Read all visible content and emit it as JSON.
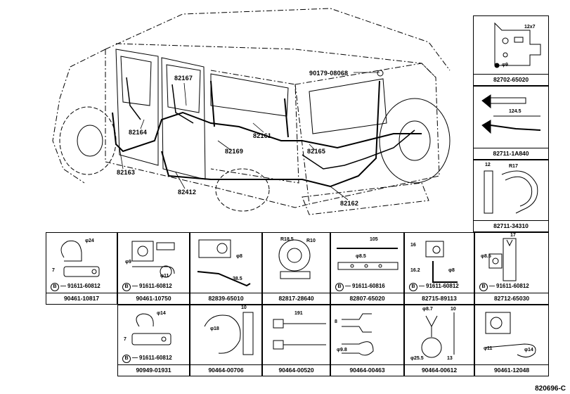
{
  "vehicle": {
    "callouts": [
      "82167",
      "90179-08068",
      "82164",
      "82161",
      "82169",
      "82165",
      "82163",
      "82412",
      "82162"
    ]
  },
  "side_parts": [
    {
      "number": "82702-65020",
      "dims": [
        "12x7",
        "φ9"
      ]
    },
    {
      "number": "82711-1A840",
      "dims": [
        "124.5"
      ]
    },
    {
      "number": "82711-34310",
      "dims": [
        "12",
        "R17"
      ]
    }
  ],
  "row1": [
    {
      "number": "90461-10817",
      "bolt": "91611-60812",
      "dims": [
        "φ24",
        "7"
      ]
    },
    {
      "number": "90461-10750",
      "bolt": "91611-60812",
      "dims": [
        "φ9",
        "φ11"
      ]
    },
    {
      "number": "82839-65010",
      "bolt": "",
      "dims": [
        "φ8",
        "38.5"
      ]
    },
    {
      "number": "82817-28640",
      "bolt": "",
      "dims": [
        "R18.5",
        "R10"
      ]
    },
    {
      "number": "82807-65020",
      "bolt": "91611-60816",
      "dims": [
        "105",
        "φ8.5"
      ]
    },
    {
      "number": "82715-89113",
      "bolt": "91611-60812",
      "dims": [
        "16",
        "16.2",
        "φ8"
      ]
    },
    {
      "number": "82712-65030",
      "bolt": "91611-60812",
      "dims": [
        "17",
        "φ8.5"
      ]
    }
  ],
  "row2": [
    {
      "number": "90949-01931",
      "bolt": "91611-60812",
      "dims": [
        "φ14",
        "7"
      ]
    },
    {
      "number": "90464-00706",
      "bolt": "",
      "dims": [
        "10",
        "φ18"
      ]
    },
    {
      "number": "90464-00520",
      "bolt": "",
      "dims": [
        "191"
      ]
    },
    {
      "number": "90464-00463",
      "bolt": "",
      "dims": [
        "8",
        "φ9.8"
      ]
    },
    {
      "number": "90464-00612",
      "bolt": "",
      "dims": [
        "φ8.7",
        "10",
        "φ25.5",
        "13"
      ]
    },
    {
      "number": "90461-12048",
      "bolt": "",
      "dims": [
        "φ11",
        "φ14"
      ]
    }
  ],
  "bolt_symbol": "B",
  "reference": "820696-C"
}
